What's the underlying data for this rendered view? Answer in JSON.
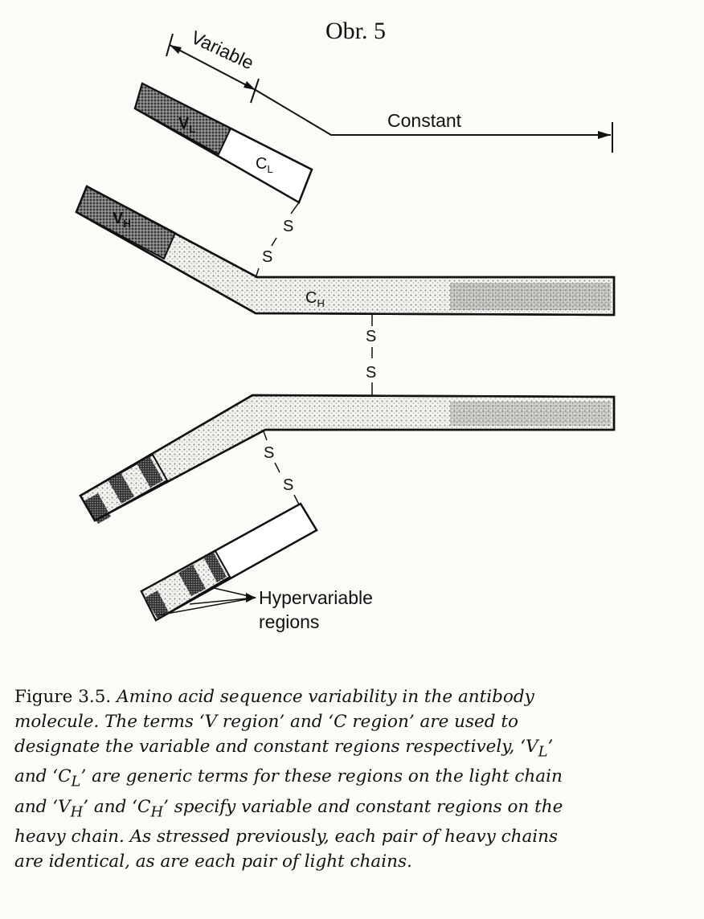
{
  "header": {
    "title": "Obr. 5"
  },
  "labels": {
    "variable": "Variable",
    "constant": "Constant",
    "vl_main": "V",
    "vl_sub": "L",
    "cl_main": "C",
    "cl_sub": "L",
    "vh_main": "V",
    "vh_sub": "H",
    "ch_main": "C",
    "ch_sub": "H",
    "s": "S",
    "hyper_line1": "Hypervariable",
    "hyper_line2": "regions"
  },
  "caption": {
    "figure_label": "Figure 3.5.",
    "lines": [
      "Amino acid sequence variability in the antibody",
      "molecule. The terms ‘V region’ and ‘C region’ are used to",
      "designate the variable and constant regions respectively, ‘V",
      "’",
      "and ‘C",
      "’ are generic terms for these regions on the light chain",
      "and ‘V",
      "’ and ‘C",
      "’ specify variable and constant regions on the",
      "heavy chain. As stressed previously, each pair of heavy chains",
      "are identical, as are each pair of light chains."
    ],
    "sub_l": "L",
    "sub_h": "H"
  }
}
